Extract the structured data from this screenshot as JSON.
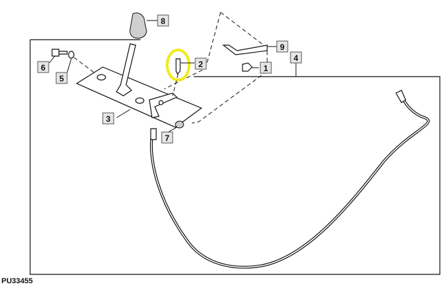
{
  "callouts": [
    {
      "label": "1",
      "part": "nut"
    },
    {
      "label": "2",
      "part": "bolt"
    },
    {
      "label": "3",
      "part": "bracket-plate"
    },
    {
      "label": "4",
      "part": "cable-assembly"
    },
    {
      "label": "5",
      "part": "washer"
    },
    {
      "label": "6",
      "part": "bolt"
    },
    {
      "label": "7",
      "part": "nut"
    },
    {
      "label": "8",
      "part": "knob"
    },
    {
      "label": "9",
      "part": "bracket"
    }
  ],
  "figure_id": "PU33455",
  "colors": {
    "line": "#111111",
    "callout_fill": "#e6e6e6",
    "highlight": "#f2ea1c"
  }
}
